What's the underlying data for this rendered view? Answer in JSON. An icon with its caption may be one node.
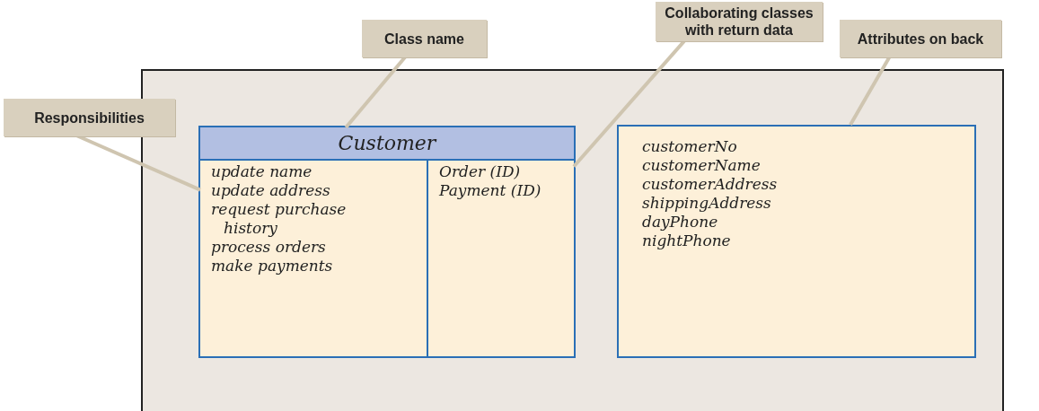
{
  "diagram": {
    "nodes": [
      {
        "text": [
          "Responsibilities"
        ]
      },
      {
        "text": [
          "Class name"
        ]
      },
      {
        "text": [
          "Collaborating classes with return data"
        ]
      },
      {
        "text": [
          "Attributes on back"
        ]
      },
      {
        "text": [],
        "shape": "box"
      },
      {
        "text": [],
        "shape": "box",
        "in": 4
      },
      {
        "text": [
          "Customer"
        ],
        "in": 5
      },
      {
        "text": [
          "update name",
          "update address",
          "request purchase history",
          "process orders",
          "make payments"
        ],
        "in": 5
      },
      {
        "text": [
          "Order (ID)",
          "Payment (ID)"
        ],
        "in": 5
      },
      {
        "text": [
          "customerNo",
          "customerName",
          "customerAddress",
          "shippingAddress",
          "dayPhone",
          "nightPhone"
        ],
        "in": 4
      }
    ],
    "edges": [
      {
        "from": 0,
        "to": 7,
        "arrow": "none"
      },
      {
        "from": 1,
        "to": 6,
        "arrow": "none"
      },
      {
        "from": 2,
        "to": 8,
        "arrow": "none"
      },
      {
        "from": 3,
        "to": 9,
        "arrow": "none"
      }
    ]
  }
}
